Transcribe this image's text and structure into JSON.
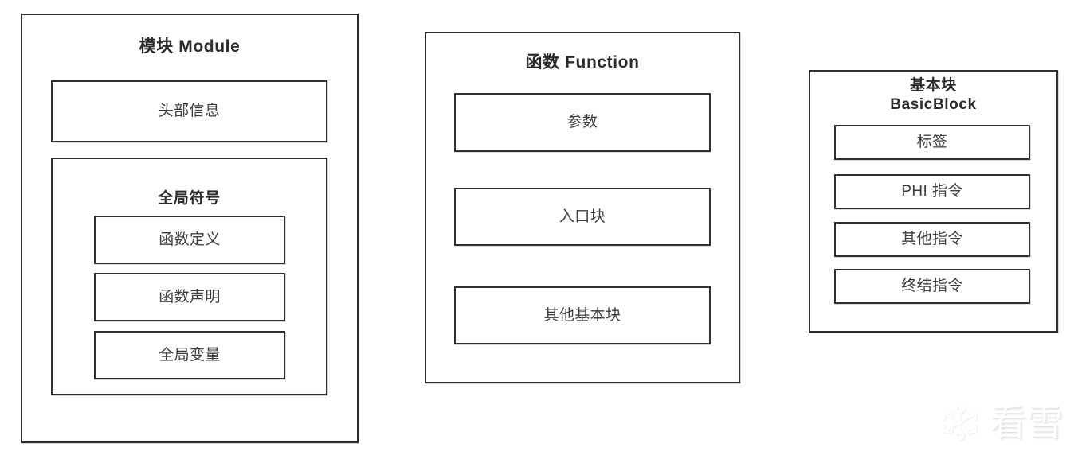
{
  "diagram": {
    "title_hidden": "",
    "groups": [
      {
        "id": "module",
        "title": "模块 Module",
        "children": [
          {
            "id": "module-header-info",
            "label": "头部信息"
          }
        ],
        "subgroup": {
          "id": "global-symbols",
          "title": "全局符号",
          "children": [
            {
              "id": "function-definition",
              "label": "函数定义"
            },
            {
              "id": "function-declaration",
              "label": "函数声明"
            },
            {
              "id": "global-variable",
              "label": "全局变量"
            }
          ]
        }
      },
      {
        "id": "function",
        "title": "函数 Function",
        "children": [
          {
            "id": "parameters",
            "label": "参数"
          },
          {
            "id": "entry-block",
            "label": "入口块"
          },
          {
            "id": "other-basic-blocks",
            "label": "其他基本块"
          }
        ]
      },
      {
        "id": "basicblock",
        "title": "基本块\nBasicBlock",
        "children": [
          {
            "id": "label",
            "label": "标签"
          },
          {
            "id": "phi-instruction",
            "label": "PHI 指令"
          },
          {
            "id": "other-instruction",
            "label": "其他指令"
          },
          {
            "id": "terminator-instruction",
            "label": "终结指令"
          }
        ]
      }
    ]
  },
  "watermark": {
    "icon": "snowflake-icon",
    "text": "看雪",
    "color": "#ffffff"
  },
  "style": {
    "stroke": "#2e2e2e",
    "text": "#3c3c3c",
    "title": "#2b2b2b",
    "background": "#ffffff"
  }
}
